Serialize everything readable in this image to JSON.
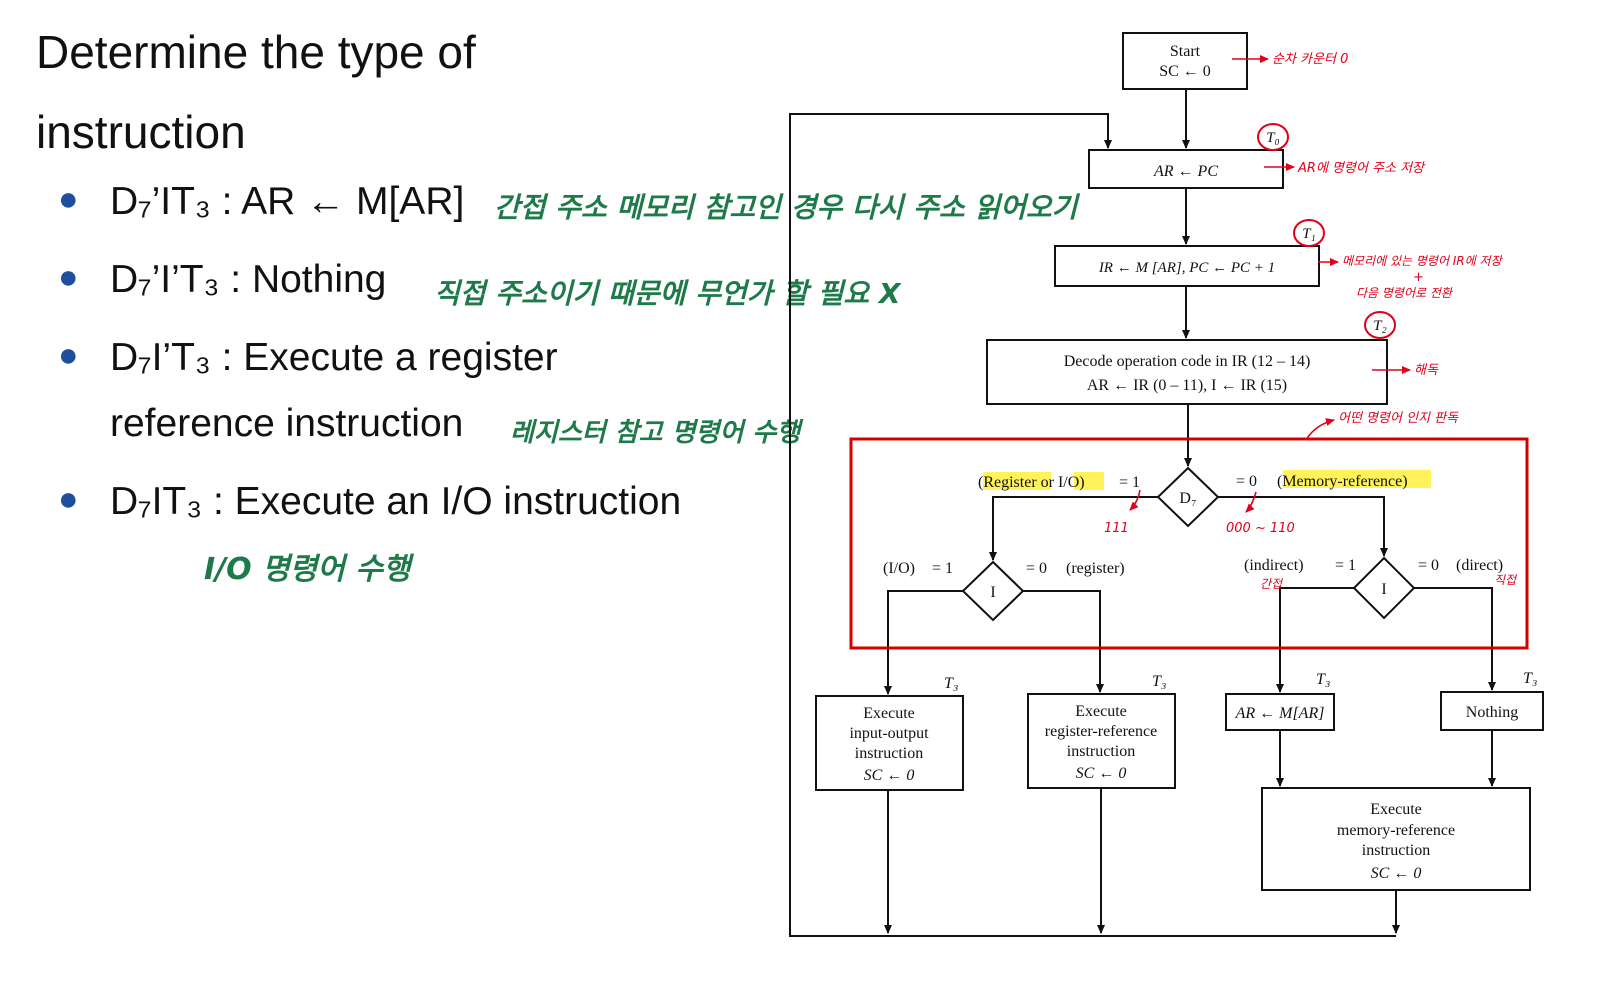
{
  "slide": {
    "title": "Determine the type of instruction",
    "bullets": [
      {
        "text": "D₇’IT₃ : AR ← M[AR]",
        "note": "간접 주소 메모리 참고인 경우 다시 주소 읽어오기"
      },
      {
        "text": "D₇’I’T₃ : Nothing",
        "note": "직접 주소이기 때문에 무언가 할 필요 X"
      },
      {
        "text": "D₇I’T₃ : Execute a register",
        "text2": "reference instruction",
        "note": "레지스터 참고 명령어 수행"
      },
      {
        "text": "D₇IT₃ : Execute an I/O instruction",
        "note": "I/O 명령어 수행"
      }
    ]
  },
  "flowchart": {
    "start": {
      "line1": "Start",
      "line2": "SC ← 0"
    },
    "fetch1": "AR ← PC",
    "fetch2": "IR ← M [AR],  PC ← PC + 1",
    "decode": {
      "line1": "Decode operation code in IR (12 – 14)",
      "line2": "AR ← IR (0 – 11),  I ← IR (15)"
    },
    "decision_d7": "D₇",
    "decision_i": "I",
    "reg_or_io_label": "(Register or I/O)",
    "eq1": "= 1",
    "eq0": "= 0",
    "mem_ref_label": "(Memory-reference)",
    "io_label": "(I/O)",
    "register_label": "(register)",
    "indirect_label": "(indirect)",
    "direct_label": "(direct)",
    "timing": {
      "t0": "T₀",
      "t1": "T₁",
      "t2": "T₂",
      "t3": "T₃"
    },
    "exec_io": {
      "line1": "Execute",
      "line2": "input-output",
      "line3": "instruction",
      "line4": "SC ← 0"
    },
    "exec_reg": {
      "line1": "Execute",
      "line2": "register-reference",
      "line3": "instruction",
      "line4": "SC ← 0"
    },
    "indirect_box": "AR ← M[AR]",
    "nothing_box": "Nothing",
    "exec_mem": {
      "line1": "Execute",
      "line2": "memory-reference",
      "line3": "instruction",
      "line4": "SC ← 0"
    }
  },
  "annotations": {
    "start_note": "순차 카운터 0",
    "t0_note": "AR에 명령어 주소 저장",
    "t1_note": "메모리에 있는 명령어 IR에 저장",
    "t1_plus": "+",
    "t1_note2": "다음 명령어로 전환",
    "t2_note": "해독",
    "type_note": "어떤 명령어 인지 판독",
    "d7_one_note": "111",
    "d7_zero_note": "000 ~ 110",
    "indirect_note": "간접",
    "direct_note": "직접"
  },
  "colors": {
    "bullet": "#1f4e9c",
    "handwriting_green": "#1f7a4a",
    "annotation_red": "#e0001b",
    "highlight": "#fff25a",
    "frame_red": "#d40000"
  }
}
